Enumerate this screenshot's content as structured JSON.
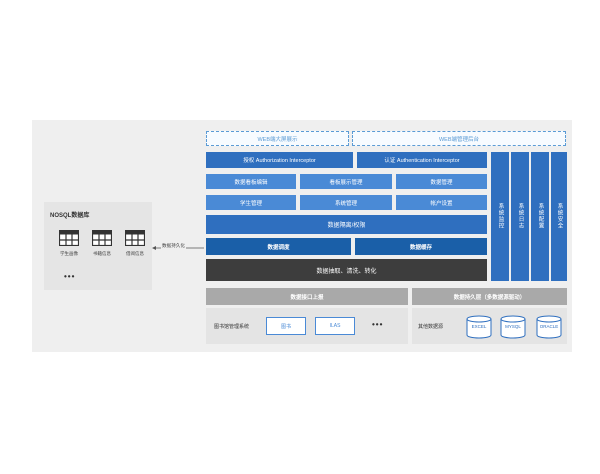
{
  "nosql": {
    "title": "NOSQL数据库",
    "items": [
      {
        "label": "学生画像",
        "icon": "table-icon"
      },
      {
        "label": "书籍信息",
        "icon": "table-icon"
      },
      {
        "label": "借阅信息",
        "icon": "table-icon"
      }
    ],
    "more": "•••"
  },
  "persist_label": "数据持久化",
  "top": {
    "web_screen": "WEB端大屏展示",
    "web_admin": "WEB端管理后台"
  },
  "interceptors": {
    "authorization": "授权 Authorization Interceptor",
    "authentication": "认证 Authentication Interceptor"
  },
  "modules_row1": [
    "数据看板编辑",
    "看板展示管理",
    "数据管理"
  ],
  "modules_row2": [
    "学生管理",
    "系统管理",
    "帐户设置"
  ],
  "permission_bar": "数据隔离/权限",
  "row_schedule": {
    "schedule": "数据调度",
    "cache": "数据缓存"
  },
  "etl_bar": "数据抽取、清洗、转化",
  "side_columns": [
    "系统监控",
    "系统日志",
    "系统配置",
    "系统安全"
  ],
  "interface_layer": {
    "title": "数据接口上报",
    "system_label": "图书馆管理系统",
    "boxes": [
      "图书",
      "ILAS"
    ],
    "more": "•••"
  },
  "persistence_layer": {
    "title": "数据持久层（多数据源驱动）",
    "source_label": "其他数据源",
    "dbs": [
      "EXCEL",
      "MYSQL",
      "ORACLE"
    ]
  },
  "colors": {
    "primary": "#2f6fbf",
    "light": "#4a8ad6",
    "deep": "#1a5fa8",
    "dark": "#3d3d3d",
    "grey": "#a9a9a9"
  }
}
